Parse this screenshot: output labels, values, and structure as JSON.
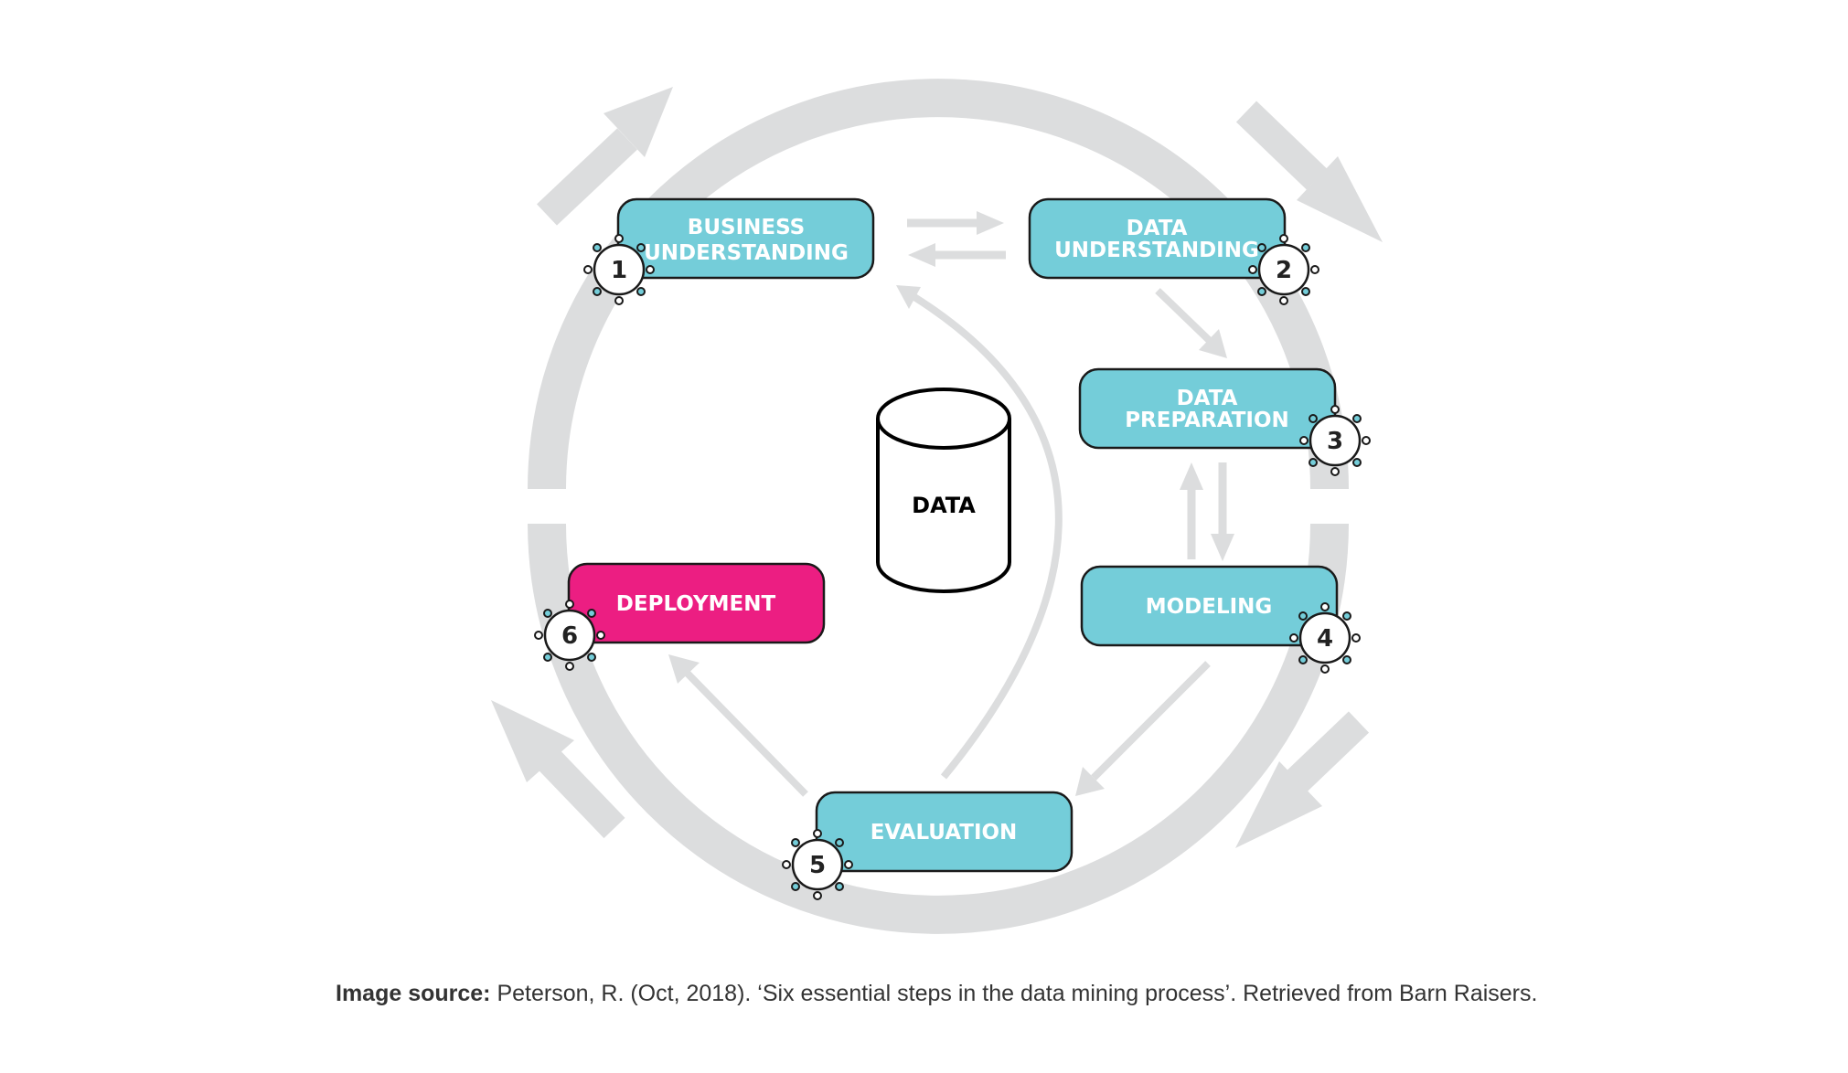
{
  "center": {
    "label": "DATA"
  },
  "steps": [
    {
      "number": "1",
      "lines": [
        "BUSINESS",
        "UNDERSTANDING"
      ]
    },
    {
      "number": "2",
      "lines": [
        "DATA",
        "UNDERSTANDING"
      ]
    },
    {
      "number": "3",
      "lines": [
        "DATA",
        "PREPARATION"
      ]
    },
    {
      "number": "4",
      "lines": [
        "MODELING"
      ]
    },
    {
      "number": "5",
      "lines": [
        "EVALUATION"
      ]
    },
    {
      "number": "6",
      "lines": [
        "DEPLOYMENT"
      ]
    }
  ],
  "colors": {
    "step": "#74CDD9",
    "deployment": "#EC1E82",
    "ring": "#DCDDDE",
    "outline": "#1a1a1a"
  },
  "caption": {
    "label": "Image source:",
    "text": " Peterson, R. (Oct, 2018). ‘Six essential steps in the data mining process’. Retrieved from Barn Raisers."
  }
}
